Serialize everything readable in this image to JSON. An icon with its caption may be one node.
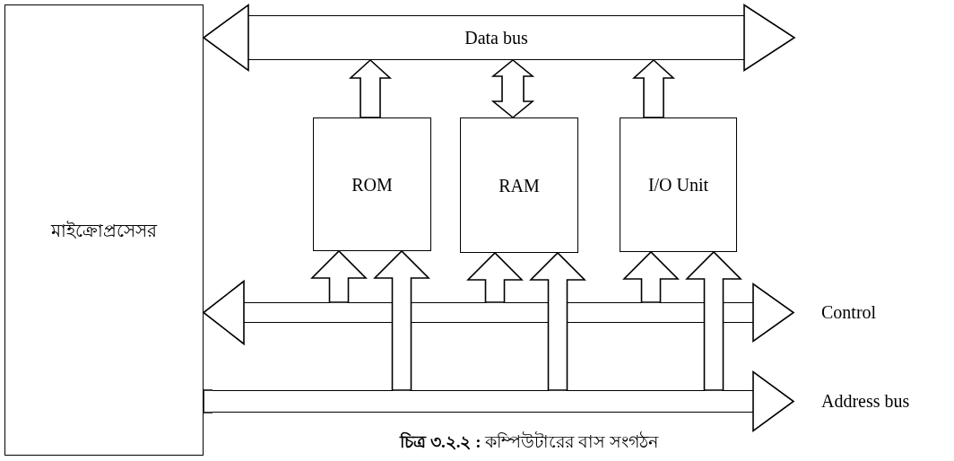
{
  "diagram": {
    "caption": "**চিত্র ৩.২.২ :** কম্পিউটারের বাস সংগঠন",
    "nodes": [
      {
        "text": [
          "মাইক্রোপ্রসেসর"
        ]
      },
      {
        "text": [
          "ROM"
        ]
      },
      {
        "text": [
          "RAM"
        ]
      },
      {
        "text": [
          "I/O Unit"
        ]
      },
      {
        "text": [
          "Data bus"
        ]
      },
      {
        "text": [],
        "shape": "bar",
        "beside": [
          "Control"
        ]
      },
      {
        "text": [],
        "shape": "bar",
        "beside": [
          "Address bus"
        ]
      }
    ],
    "edges": [
      {
        "from": 4,
        "to": 0,
        "arrow": "to"
      },
      {
        "from": 4,
        "to": null,
        "arrow": "to"
      },
      {
        "from": 1,
        "to": 4,
        "arrow": "to"
      },
      {
        "from": 2,
        "to": 4,
        "arrow": "both"
      },
      {
        "from": 3,
        "to": 4,
        "arrow": "to"
      },
      {
        "from": 5,
        "to": 0,
        "arrow": "to"
      },
      {
        "from": 5,
        "to": null,
        "arrow": "to"
      },
      {
        "from": 5,
        "to": 1,
        "arrow": "to"
      },
      {
        "from": 5,
        "to": 2,
        "arrow": "to"
      },
      {
        "from": 5,
        "to": 3,
        "arrow": "to"
      },
      {
        "from": 0,
        "to": 6,
        "arrow": "none"
      },
      {
        "from": 6,
        "to": null,
        "arrow": "to"
      },
      {
        "from": 6,
        "to": 1,
        "arrow": "to"
      },
      {
        "from": 6,
        "to": 2,
        "arrow": "to"
      },
      {
        "from": 6,
        "to": 3,
        "arrow": "to"
      }
    ]
  }
}
